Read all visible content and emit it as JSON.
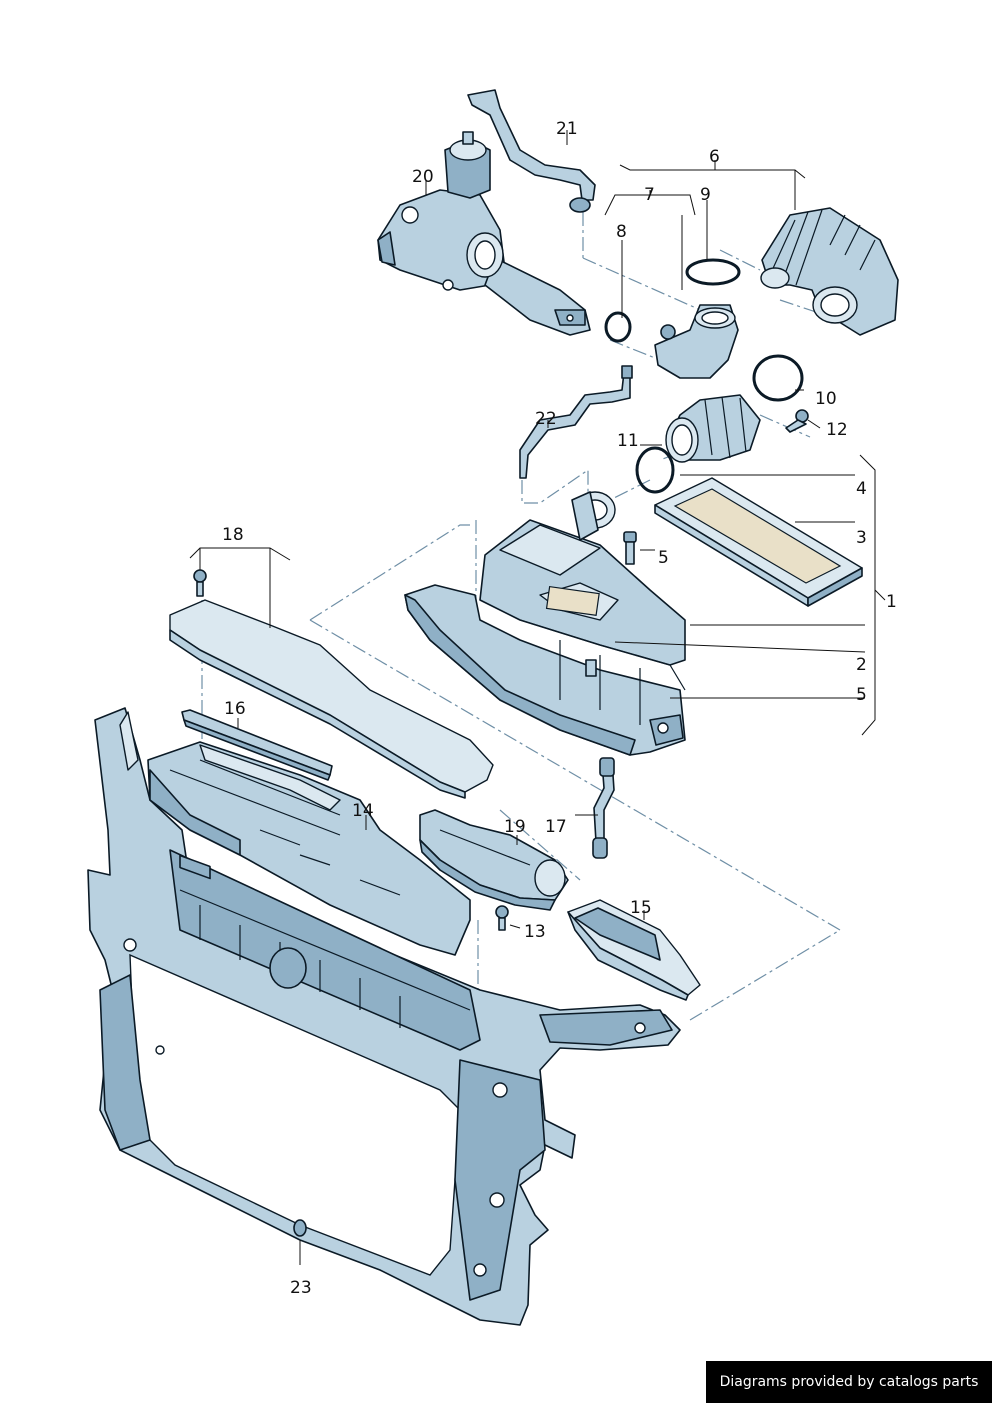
{
  "callouts": [
    {
      "id": "1",
      "label": "1"
    },
    {
      "id": "2",
      "label": "2"
    },
    {
      "id": "3",
      "label": "3"
    },
    {
      "id": "4",
      "label": "4"
    },
    {
      "id": "5a",
      "label": "5"
    },
    {
      "id": "5b",
      "label": "5"
    },
    {
      "id": "6",
      "label": "6"
    },
    {
      "id": "7",
      "label": "7"
    },
    {
      "id": "8",
      "label": "8"
    },
    {
      "id": "9",
      "label": "9"
    },
    {
      "id": "10",
      "label": "10"
    },
    {
      "id": "11",
      "label": "11"
    },
    {
      "id": "12",
      "label": "12"
    },
    {
      "id": "13",
      "label": "13"
    },
    {
      "id": "14",
      "label": "14"
    },
    {
      "id": "15",
      "label": "15"
    },
    {
      "id": "16",
      "label": "16"
    },
    {
      "id": "17",
      "label": "17"
    },
    {
      "id": "18",
      "label": "18"
    },
    {
      "id": "19",
      "label": "19"
    },
    {
      "id": "20",
      "label": "20"
    },
    {
      "id": "21",
      "label": "21"
    },
    {
      "id": "22",
      "label": "22"
    },
    {
      "id": "23",
      "label": "23"
    }
  ],
  "footer": {
    "text": "Diagrams provided by catalogs parts"
  },
  "colors": {
    "part_fill": "#b9d1e0",
    "outline": "#0b1a26",
    "dash_line": "#6f8fa6",
    "footer_bg": "#000000"
  }
}
